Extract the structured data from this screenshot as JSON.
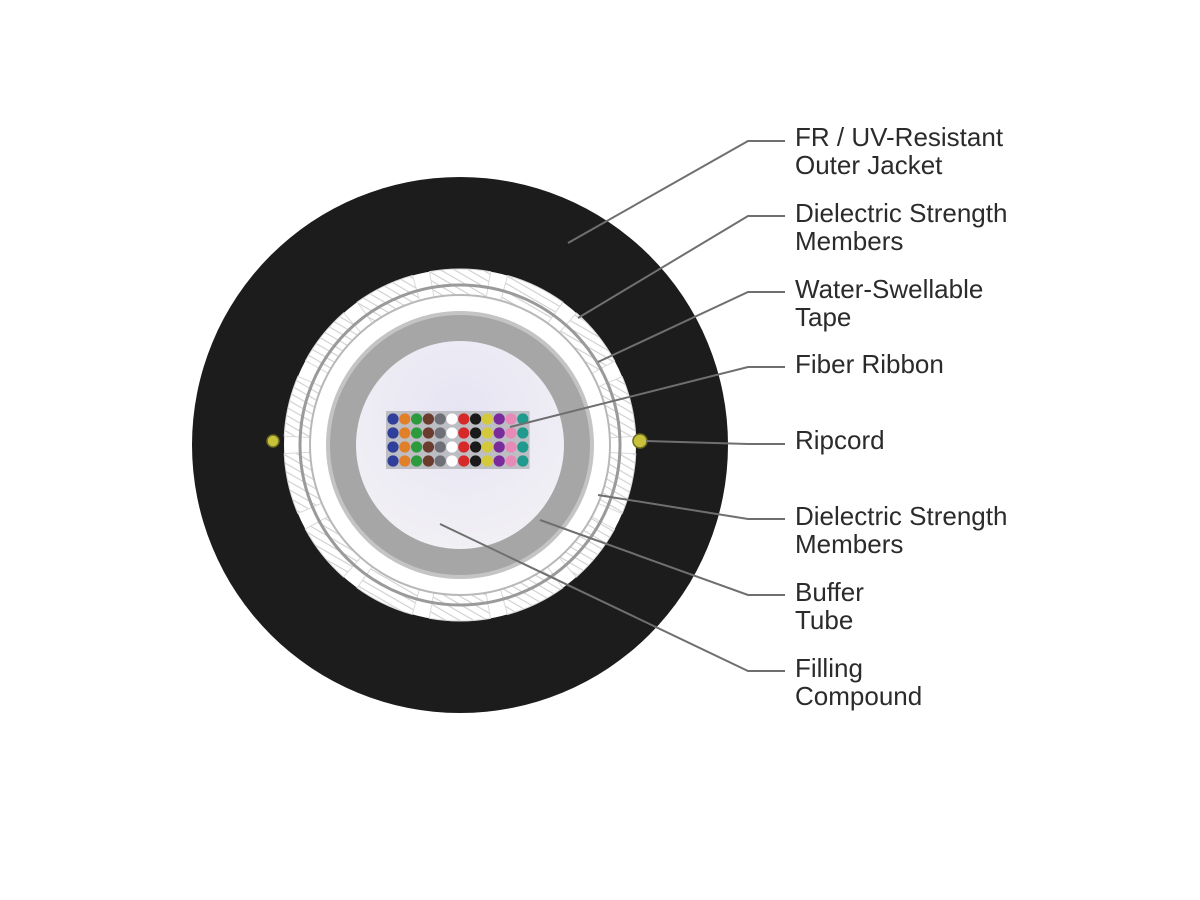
{
  "colors": {
    "jacket": "#1c1c1c",
    "leader_line": "#6f6f6f",
    "strength_member": "#ffffff",
    "strength_hatch": "#d2d2d2",
    "buffer_tube": "#a6a6a6",
    "filling_compound": "#e3e1ee",
    "ripcord": "#c8c23a"
  },
  "fiber_colors": [
    "#2f3f9a",
    "#e0812a",
    "#2e9a3e",
    "#6b3b2e",
    "#6f6f78",
    "#ffffff",
    "#d62a2a",
    "#1a1a1a",
    "#d4c93a",
    "#7a2c9c",
    "#e88ab8",
    "#1f9a8c"
  ],
  "labels": [
    {
      "id": "outer-jacket",
      "icon": "outer-jacket",
      "lines": [
        "FR / UV-Resistant",
        "Outer Jacket"
      ]
    },
    {
      "id": "strength-members-outer",
      "icon": "strength-member",
      "lines": [
        "Dielectric Strength",
        "Members"
      ]
    },
    {
      "id": "water-swellable-tape",
      "icon": "tape",
      "lines": [
        "Water-Swellable",
        "Tape"
      ]
    },
    {
      "id": "fiber-ribbon",
      "icon": "fiber-ribbon",
      "lines": [
        "Fiber Ribbon"
      ]
    },
    {
      "id": "ripcord",
      "icon": "ripcord",
      "lines": [
        "Ripcord"
      ]
    },
    {
      "id": "strength-members-inner",
      "icon": "strength-member",
      "lines": [
        "Dielectric Strength",
        "Members"
      ]
    },
    {
      "id": "buffer-tube",
      "icon": "buffer-tube",
      "lines": [
        "Buffer",
        "Tube"
      ]
    },
    {
      "id": "filling-compound",
      "icon": "filling-compound",
      "lines": [
        "Filling",
        "Compound"
      ]
    }
  ]
}
